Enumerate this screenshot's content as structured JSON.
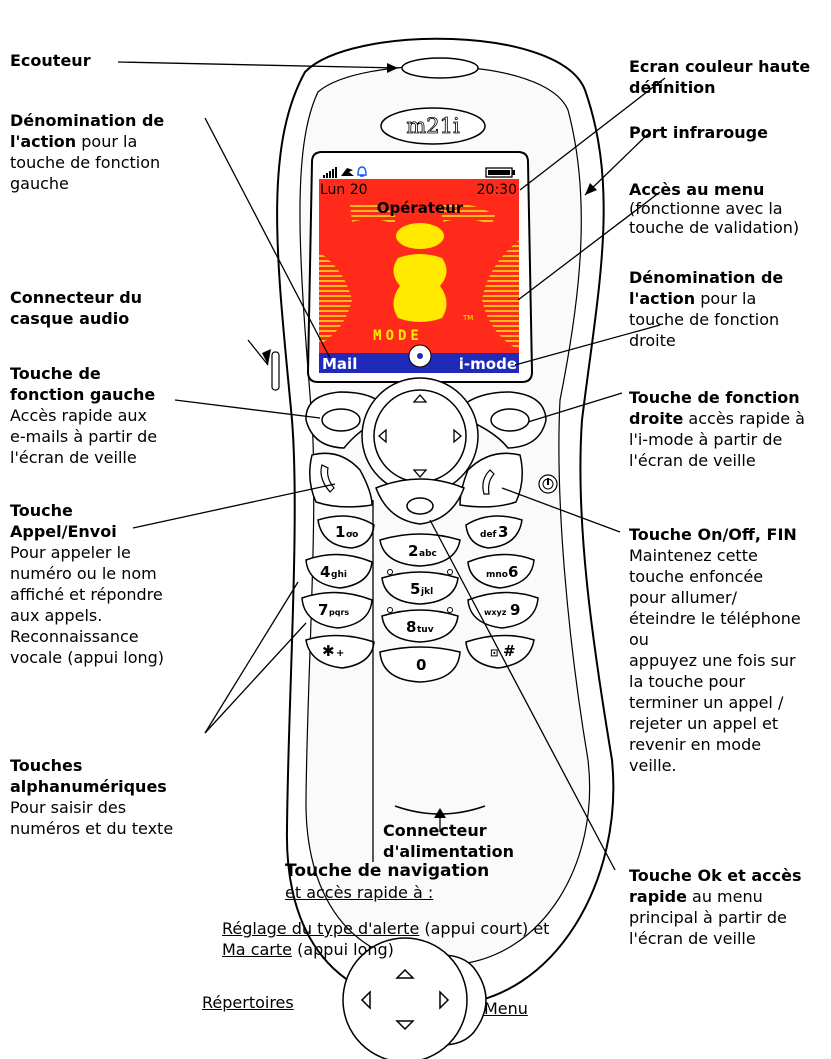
{
  "phone": {
    "brand": "m21i",
    "screen": {
      "date": "Lun 20",
      "time": "20:30",
      "operator": "Opérateur",
      "mode": "MODE",
      "tm": "TM",
      "left_soft": "Mail",
      "right_soft": "i-mode"
    },
    "keys": [
      {
        "main": "1",
        "sub": "ơo"
      },
      {
        "main": "2",
        "sub": "abc"
      },
      {
        "main": "3",
        "sub": "def"
      },
      {
        "main": "4",
        "sub": "ghi"
      },
      {
        "main": "5",
        "sub": "jkl"
      },
      {
        "main": "6",
        "sub": "mno"
      },
      {
        "main": "7",
        "sub": "pqrs"
      },
      {
        "main": "8",
        "sub": "tuv"
      },
      {
        "main": "9",
        "sub": "wxyz"
      },
      {
        "main": "✱",
        "sub": "+"
      },
      {
        "main": "0",
        "sub": ""
      },
      {
        "main": "#",
        "sub": "⊡"
      }
    ]
  },
  "labels": {
    "ecouteur": "Ecouteur",
    "ecran_1": "Ecran couleur haute",
    "ecran_2": "définition",
    "port": "Port infrarouge",
    "menu_1": "Accès au menu",
    "menu_2": "(fonctionne avec la",
    "menu_3": "touche de validation)",
    "denom_left_b1": "Dénomination de",
    "denom_left_b2": "l'action",
    "denom_left_r2": " pour la",
    "denom_left_3": "touche de fonction",
    "denom_left_4": "gauche",
    "denom_right_b1": "Dénomination de",
    "denom_right_b2": "l'action",
    "denom_right_r2": " pour la",
    "denom_right_3": "touche de fonction",
    "denom_right_4": "droite",
    "casque_1": "Connecteur du",
    "casque_2": "casque audio",
    "tfg_b1": "Touche de",
    "tfg_b2": "fonction gauche",
    "tfg_3": "Accès rapide aux",
    "tfg_4": "e-mails à partir de",
    "tfg_5": "l'écran de veille",
    "tfd_b1": "Touche de fonction",
    "tfd_b2": "droite",
    "tfd_r2": " accès rapide à",
    "tfd_3": "l'i-mode à partir de",
    "tfd_4": "l'écran de veille",
    "appel_b1": "Touche",
    "appel_b2": "Appel/Envoi",
    "appel_3": "Pour appeler le",
    "appel_4": "numéro ou le nom",
    "appel_5": "affiché et répondre",
    "appel_6": "aux appels.",
    "appel_7": "Reconnaissance",
    "appel_8": "vocale (appui long)",
    "onoff_b1": "Touche On/Off, FIN",
    "onoff_2": "Maintenez cette",
    "onoff_3": "touche enfoncée",
    "onoff_4": "pour allumer/",
    "onoff_5": "éteindre le téléphone",
    "onoff_6": "ou",
    "onoff_7": "appuyez une fois sur",
    "onoff_8": "la touche pour",
    "onoff_9": "terminer un appel /",
    "onoff_10": "rejeter un appel et",
    "onoff_11": "revenir en mode",
    "onoff_12": "veille.",
    "alpha_b1": "Touches",
    "alpha_b2": "alphanumériques",
    "alpha_3": "Pour saisir des",
    "alpha_4": "numéros et du texte",
    "alim_1": "Connecteur",
    "alim_2": "d'alimentation",
    "nav_title": "Touche de navigation",
    "nav_sub": "et accès rapide à :",
    "reglage_u": "Réglage du type d'alerte",
    "reglage_r": " (appui court) et",
    "macarte_u": "Ma carte",
    "macarte_r": " (appui long)",
    "repertoires": "Répertoires",
    "menu": "Menu",
    "ok_b1": "Touche Ok et accès",
    "ok_b2": "rapide",
    "ok_r2": " au menu",
    "ok_3": "principal à partir de",
    "ok_4": "l'écran de veille"
  }
}
